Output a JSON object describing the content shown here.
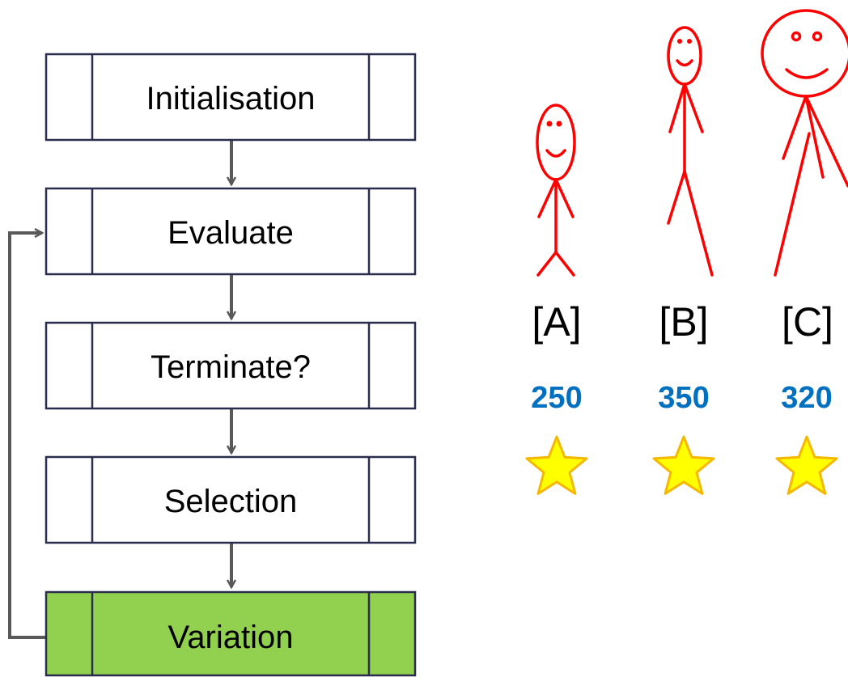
{
  "flowchart": {
    "steps": [
      {
        "label": "Initialisation",
        "highlighted": false
      },
      {
        "label": "Evaluate",
        "highlighted": false
      },
      {
        "label": "Terminate?",
        "highlighted": false
      },
      {
        "label": "Selection",
        "highlighted": false
      },
      {
        "label": "Variation",
        "highlighted": true
      }
    ],
    "loop": {
      "from": "Variation",
      "to": "Evaluate"
    }
  },
  "candidates": [
    {
      "label": "[A]",
      "score": "250",
      "icon": "stick-figure-icon"
    },
    {
      "label": "[B]",
      "score": "350",
      "icon": "stick-figure-icon"
    },
    {
      "label": "[C]",
      "score": "320",
      "icon": "stick-figure-icon"
    }
  ],
  "colors": {
    "box_border": "#2B2D4E",
    "box_fill": "#FFFFFF",
    "highlight_fill": "#92D050",
    "arrow": "#595959",
    "figure": "#FF0000",
    "score": "#0070C0",
    "star_fill": "#FFFF00",
    "star_stroke": "#F5B800"
  }
}
